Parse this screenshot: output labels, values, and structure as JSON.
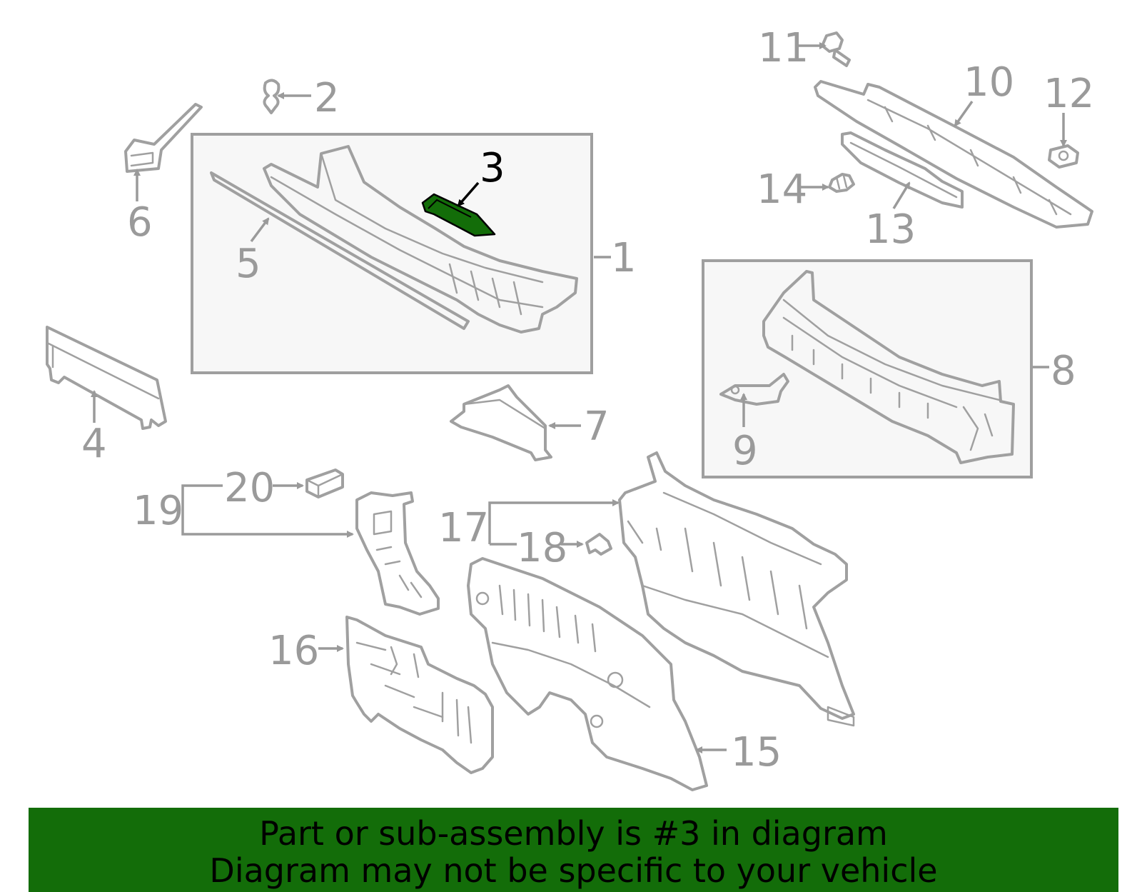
{
  "diagram": {
    "highlighted_part": "3",
    "highlight_color": "#136d09",
    "callouts": {
      "c1": "1",
      "c2": "2",
      "c3": "3",
      "c4": "4",
      "c5": "5",
      "c6": "6",
      "c7": "7",
      "c8": "8",
      "c9": "9",
      "c10": "10",
      "c11": "11",
      "c12": "12",
      "c13": "13",
      "c14": "14",
      "c15": "15",
      "c16": "16",
      "c17": "17",
      "c18": "18",
      "c19": "19",
      "c20": "20"
    }
  },
  "banner": {
    "line1": "Part or sub-assembly is #3 in diagram",
    "line2": "Diagram may not be specific to your vehicle",
    "background": "#136d09"
  }
}
